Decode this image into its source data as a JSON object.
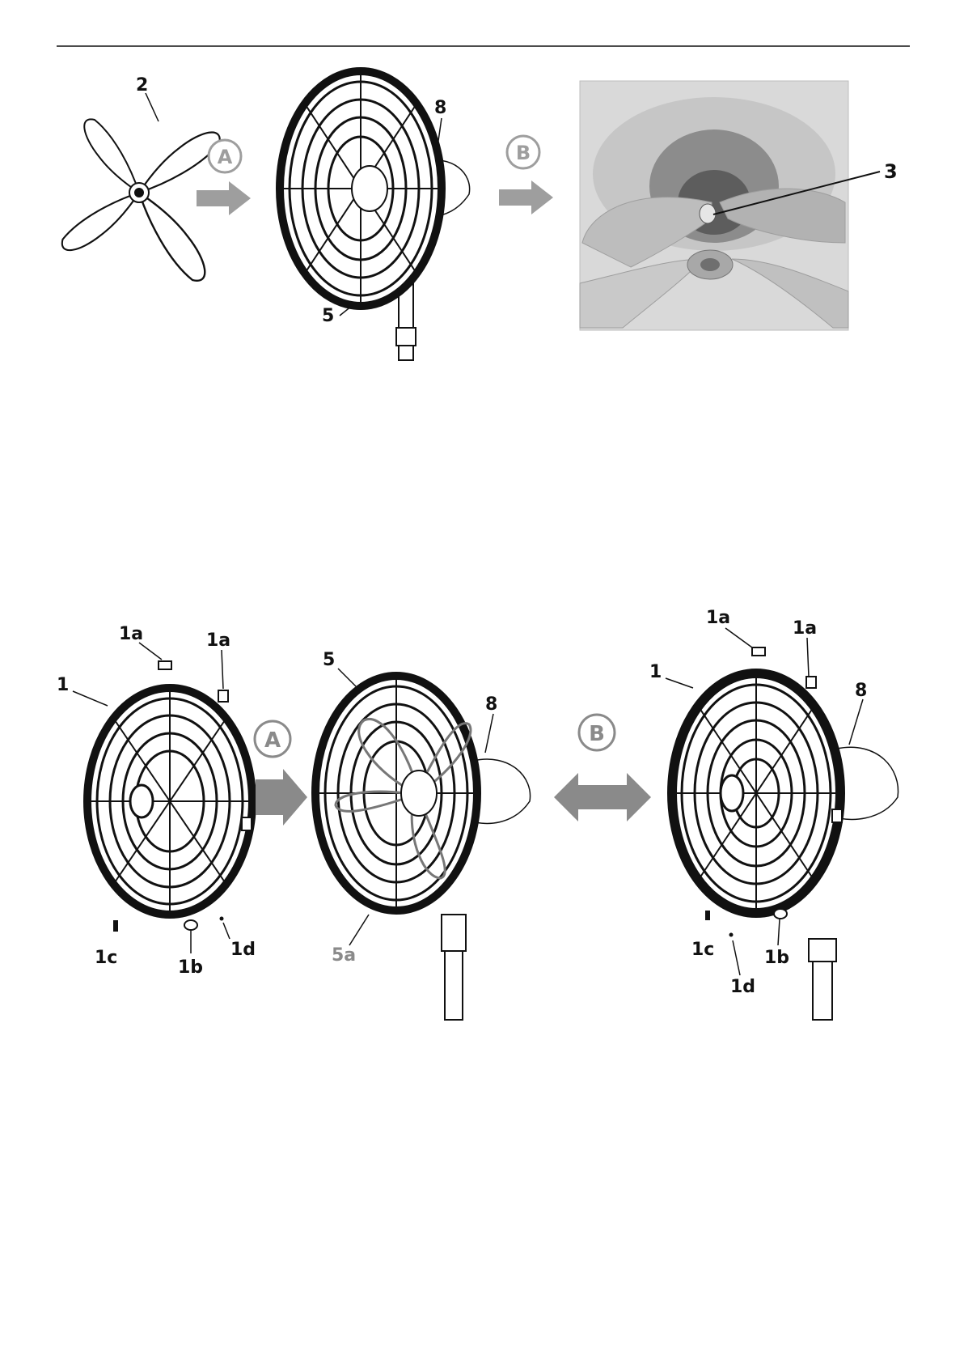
{
  "step1": {
    "label_blade": "2",
    "label_spinner": "3",
    "label_rear_guard": "5",
    "label_motor": "8",
    "arrow_a": "A",
    "arrow_b": "B"
  },
  "step2": {
    "label_front_guard_left": "1",
    "label_clip_top_left": "1a",
    "label_clip_top_right": "1a",
    "label_clip_bottom_left": "1b",
    "label_screw_left": "1c",
    "label_nut_left": "1d",
    "label_rear_guard": "5",
    "label_rear_guard_hook": "5a",
    "label_motor_mid": "8",
    "label_front_guard_right": "1",
    "label_clip_top_left_r": "1a",
    "label_clip_top_right_r": "1a",
    "label_motor_right": "8",
    "label_screw_right": "1c",
    "label_clip_bottom_right": "1b",
    "label_nut_right": "1d",
    "arrow_a": "A",
    "arrow_b": "B"
  },
  "colors": {
    "ink": "#111111",
    "arrow_gray": "#9e9e9e",
    "arrow_dark": "#8a8a8a",
    "photo_bg": "#d9d9d9"
  }
}
